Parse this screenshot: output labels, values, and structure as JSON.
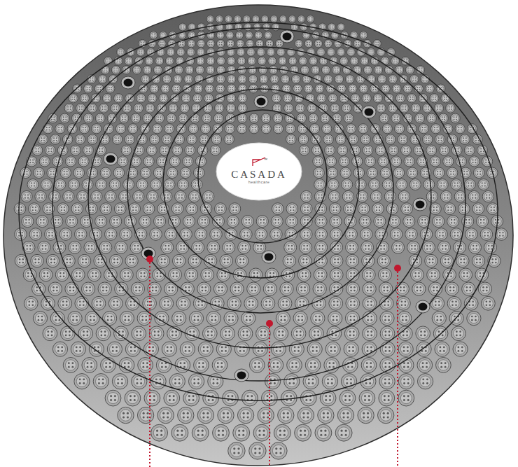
{
  "diagram": {
    "nodes": [
      {
        "text": [
          "™",
          "CASADA",
          "healthcare"
        ]
      }
    ]
  }
}
